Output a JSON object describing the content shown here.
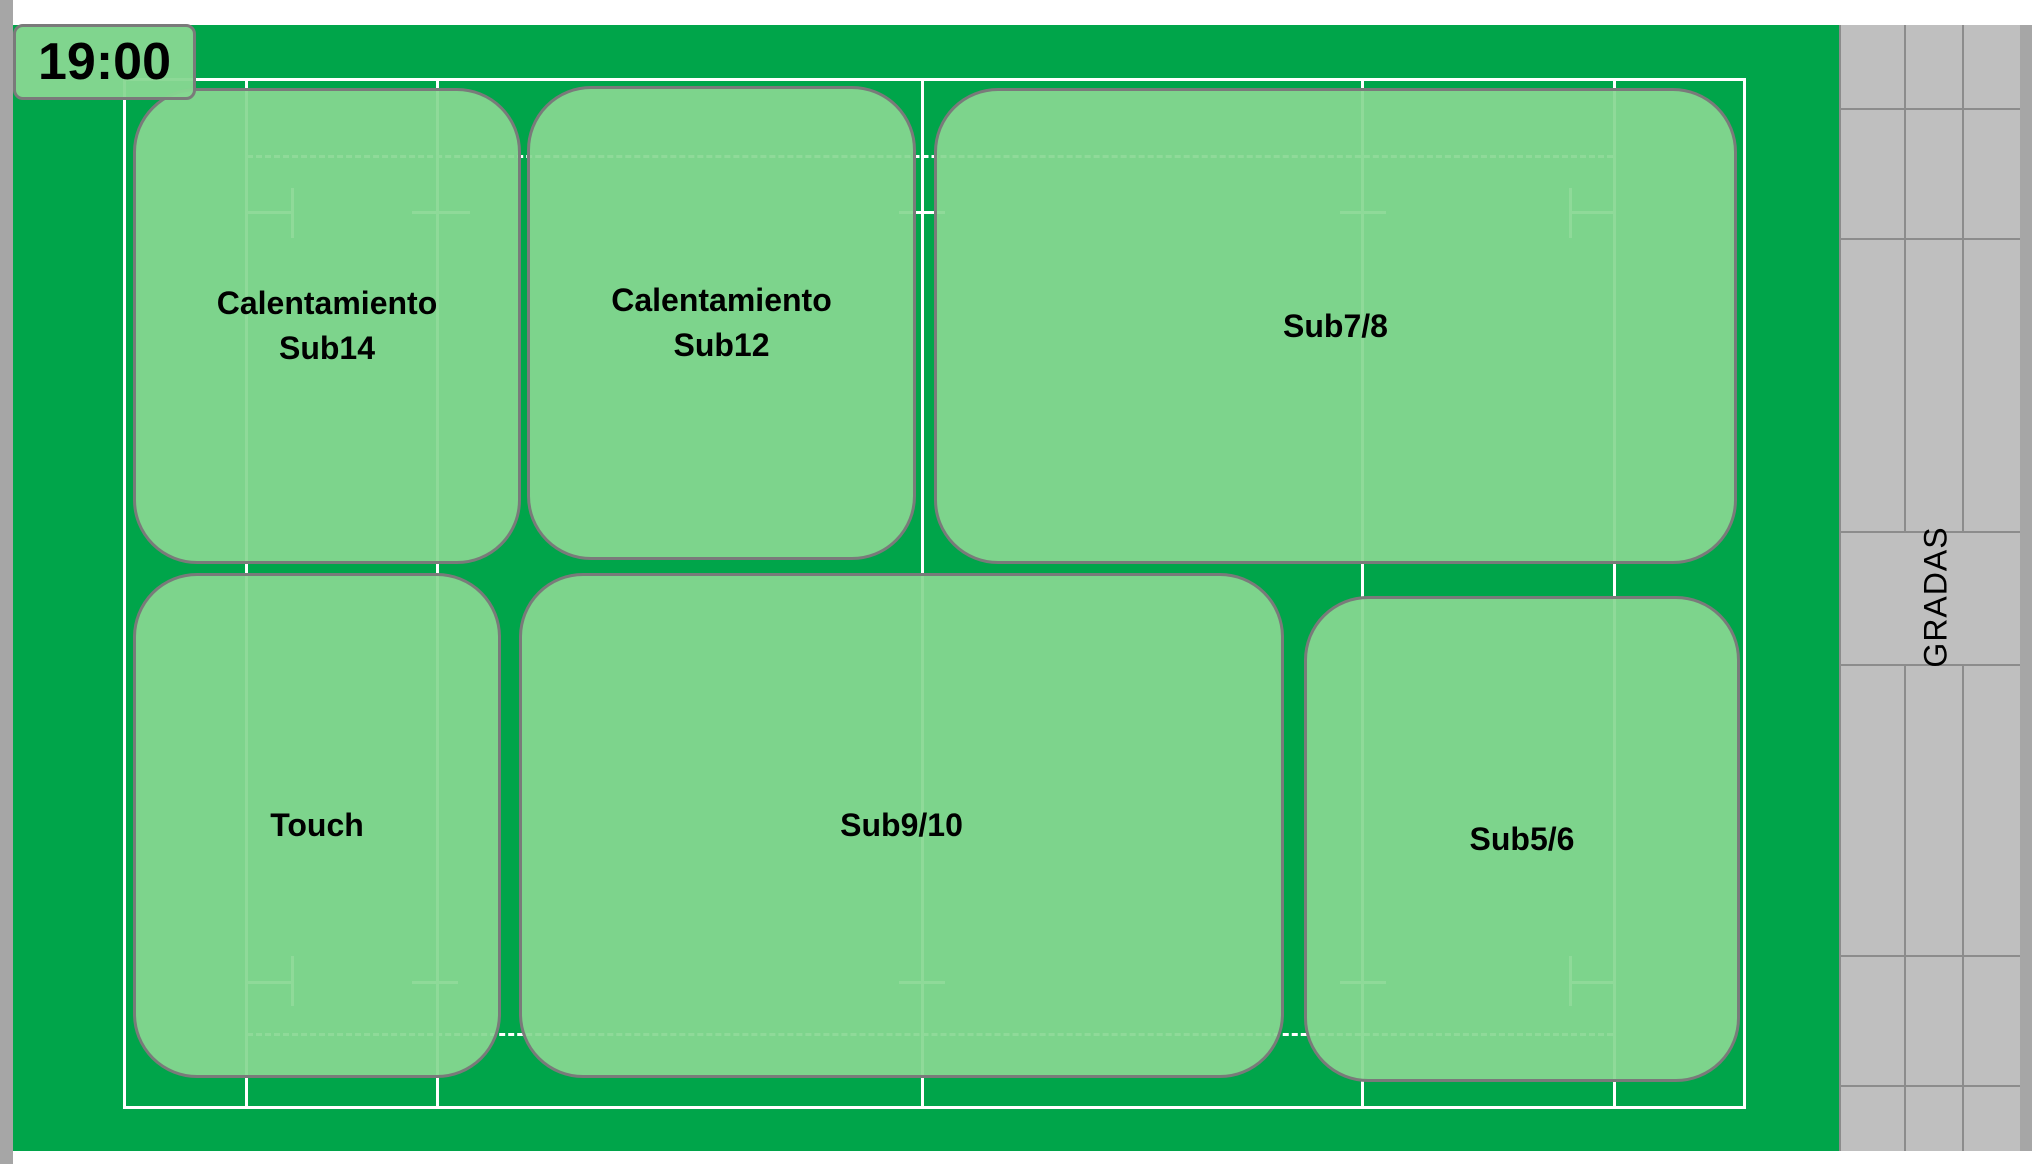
{
  "clock": {
    "time": "19:00"
  },
  "stands": {
    "label": "GRADAS"
  },
  "zones": [
    {
      "id": "calentamiento-sub14",
      "label": "Calentamiento\nSub14"
    },
    {
      "id": "calentamiento-sub12",
      "label": "Calentamiento\nSub12"
    },
    {
      "id": "sub7-8",
      "label": "Sub7/8"
    },
    {
      "id": "touch",
      "label": "Touch"
    },
    {
      "id": "sub9-10",
      "label": "Sub9/10"
    },
    {
      "id": "sub5-6",
      "label": "Sub5/6"
    }
  ],
  "colors": {
    "grass": "#00a54a",
    "zone_fill": "#87d791",
    "zone_border": "#7a7a7a",
    "stands": "#bfbfbf",
    "pitch_lines": "#ffffff"
  }
}
